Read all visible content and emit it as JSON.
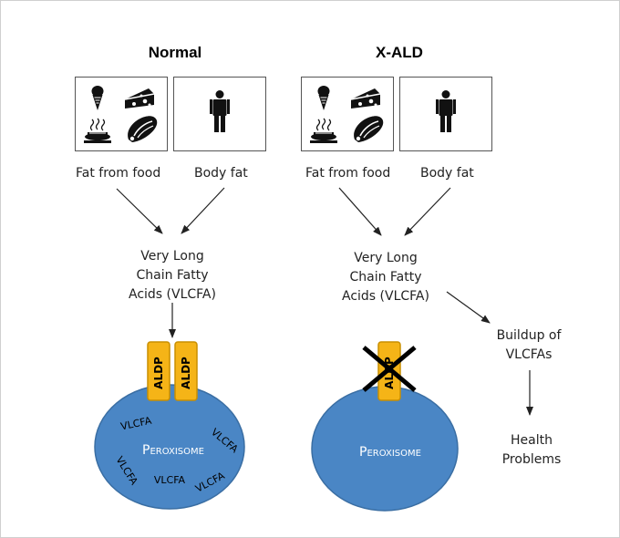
{
  "normal": {
    "title": "Normal",
    "food_label": "Fat from food",
    "body_label": "Body fat",
    "vlcfa_lines": [
      "Very Long",
      "Chain Fatty",
      "Acids (VLCFA)"
    ],
    "transporter_labels": [
      "ALDP",
      "ALDP"
    ],
    "organelle_label": "Peroxisome",
    "inner_molecules": [
      "VLCFA",
      "VLCFA",
      "VLCFA",
      "VLCFA",
      "VLCFA"
    ]
  },
  "xald": {
    "title": "X-ALD",
    "food_label": "Fat from food",
    "body_label": "Body fat",
    "vlcfa_lines": [
      "Very Long",
      "Chain Fatty",
      "Acids (VLCFA)"
    ],
    "transporter_label": "ALDP",
    "organelle_label": "Peroxisome",
    "buildup_lines": [
      "Buildup of",
      "VLCFAs"
    ],
    "health_lines": [
      "Health",
      "Problems"
    ]
  },
  "colors": {
    "peroxisome_fill": "#4a86c5",
    "peroxisome_stroke": "#3a6ea3",
    "aldp_fill": "#f5b417",
    "aldp_stroke": "#c98f00",
    "cross": "#000000"
  },
  "icons": [
    "ice-cream-icon",
    "cheese-icon",
    "fried-food-icon",
    "steak-icon",
    "person-icon"
  ]
}
